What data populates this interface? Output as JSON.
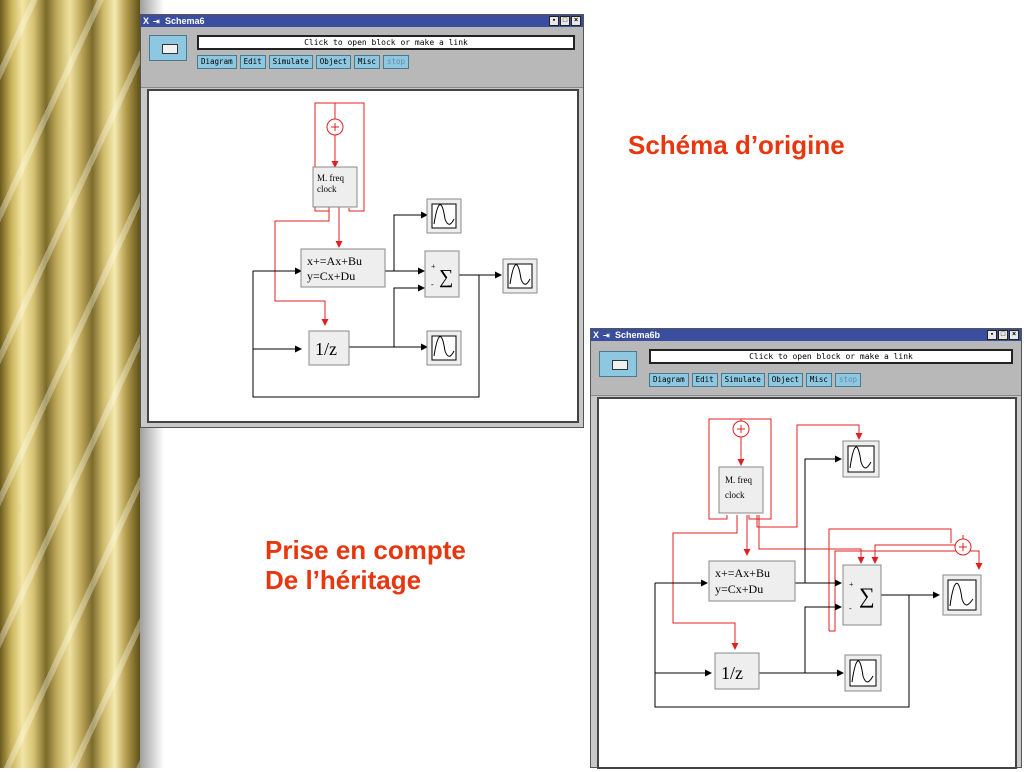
{
  "caption_origin": "Schéma d’origine",
  "caption_inherit": [
    "Prise en compte",
    "De l’héritage"
  ],
  "window1": {
    "title": "Schema6"
  },
  "window2": {
    "title": "Schema6b"
  },
  "status_message": "Click to open block or make a link",
  "menus": [
    "Diagram",
    "Edit",
    "Simulate",
    "Object",
    "Misc",
    "stop"
  ],
  "titlebar_glyph": "X",
  "titlebar_arrows": "⇥",
  "blocks": {
    "clock_line1": "M. freq",
    "clock_line2": "clock",
    "statespace_line1": "x+=Ax+Bu",
    "statespace_line2": "y=Cx+Du",
    "delay": "1/z",
    "sum_plus": "+",
    "sum_minus": "-",
    "sum_symbol": "∑"
  },
  "colors": {
    "caption": "#e8360e",
    "event_link": "#e02020",
    "titlebar": "#3a4ea0",
    "menu_button": "#8ec8e0"
  }
}
